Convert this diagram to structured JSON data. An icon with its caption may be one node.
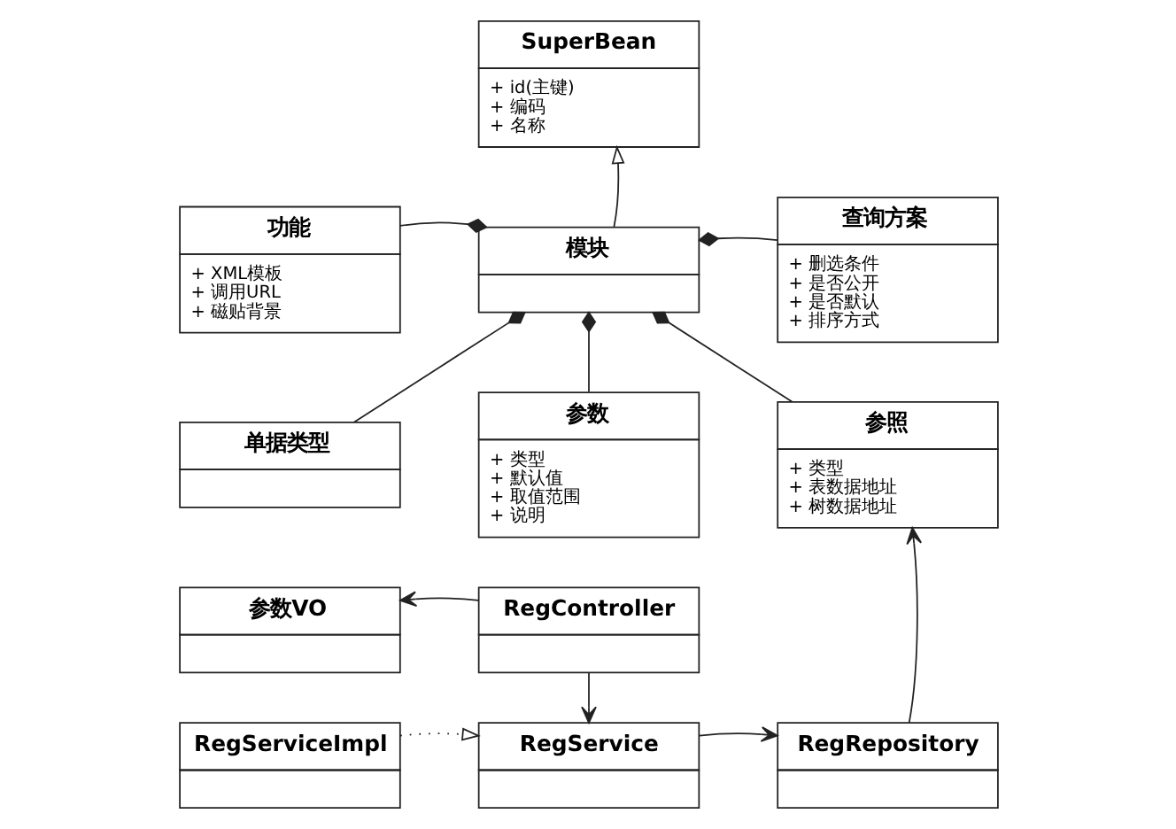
{
  "diagram": {
    "nodes": [
      {
        "text": [
          "SuperBean",
          "+ id(主键)",
          "+ 编码",
          "+ 名称"
        ]
      },
      {
        "text": [
          "功能",
          "+ XML模板",
          "+ 调用URL",
          "+ 磁贴背景"
        ]
      },
      {
        "text": [
          "模块"
        ]
      },
      {
        "text": [
          "查询方案",
          "+ 删选条件",
          "+ 是否公开",
          "+ 是否默认",
          "+ 排序方式"
        ]
      },
      {
        "text": [
          "单据类型"
        ]
      },
      {
        "text": [
          "参数",
          "+ 类型",
          "+ 默认值",
          "+ 取值范围",
          "+ 说明"
        ]
      },
      {
        "text": [
          "参照",
          "+ 类型",
          "+ 表数据地址",
          "+ 树数据地址"
        ]
      },
      {
        "text": [
          "参数VO"
        ]
      },
      {
        "text": [
          "RegController"
        ]
      },
      {
        "text": [
          "RegServiceImpl"
        ]
      },
      {
        "text": [
          "RegService"
        ]
      },
      {
        "text": [
          "RegRepository"
        ]
      }
    ],
    "edges": [
      {
        "from": 2,
        "to": 0,
        "arrow": "to"
      },
      {
        "from": 2,
        "to": 1,
        "arrow": "other"
      },
      {
        "from": 2,
        "to": 3,
        "arrow": "other"
      },
      {
        "from": 2,
        "to": 4,
        "arrow": "other"
      },
      {
        "from": 2,
        "to": 5,
        "arrow": "other"
      },
      {
        "from": 2,
        "to": 6,
        "arrow": "other"
      },
      {
        "from": 8,
        "to": 7,
        "arrow": "to"
      },
      {
        "from": 8,
        "to": 10,
        "arrow": "to"
      },
      {
        "from": 9,
        "to": 10,
        "arrow": "to",
        "style": "dashed"
      },
      {
        "from": 10,
        "to": 11,
        "arrow": "to"
      },
      {
        "from": 11,
        "to": 6,
        "arrow": "to"
      }
    ]
  }
}
